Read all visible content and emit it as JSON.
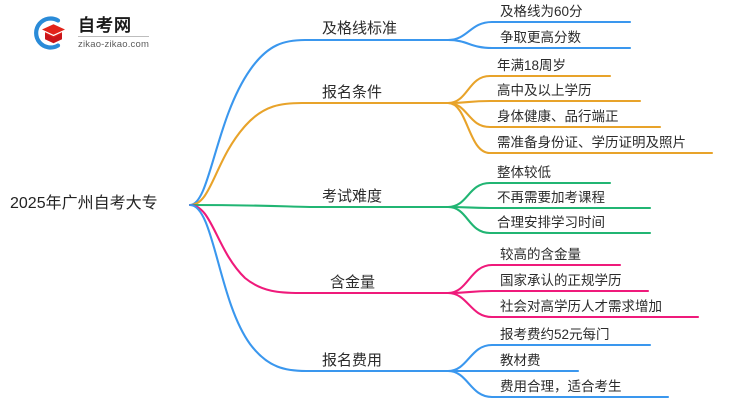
{
  "logo": {
    "name": "自考网",
    "url": "zikao-zikao.com",
    "mark_icon": "graduation-cap-icon",
    "ring_color": "#2a8bd8",
    "cap_color": "#e2231a"
  },
  "mindmap": {
    "root": {
      "label": "2025年广州自考大专"
    },
    "colors": {
      "blue": "#3a97ee",
      "orange": "#e8a32a",
      "green": "#21b573",
      "pink": "#ef1a7b"
    },
    "branches": [
      {
        "label": "及格线标准",
        "color": "#3a97ee",
        "children": [
          {
            "label": "及格线为60分"
          },
          {
            "label": "争取更高分数"
          }
        ]
      },
      {
        "label": "报名条件",
        "color": "#e8a32a",
        "children": [
          {
            "label": "年满18周岁"
          },
          {
            "label": "高中及以上学历"
          },
          {
            "label": "身体健康、品行端正"
          },
          {
            "label": "需准备身份证、学历证明及照片"
          }
        ]
      },
      {
        "label": "考试难度",
        "color": "#21b573",
        "children": [
          {
            "label": "整体较低"
          },
          {
            "label": "不再需要加考课程"
          },
          {
            "label": "合理安排学习时间"
          }
        ]
      },
      {
        "label": "含金量",
        "color": "#ef1a7b",
        "children": [
          {
            "label": "较高的含金量"
          },
          {
            "label": "国家承认的正规学历"
          },
          {
            "label": "社会对高学历人才需求增加"
          }
        ]
      },
      {
        "label": "报名费用",
        "color": "#3a97ee",
        "children": [
          {
            "label": "报考费约52元每门"
          },
          {
            "label": "教材费"
          },
          {
            "label": "费用合理，适合考生"
          }
        ]
      }
    ]
  }
}
